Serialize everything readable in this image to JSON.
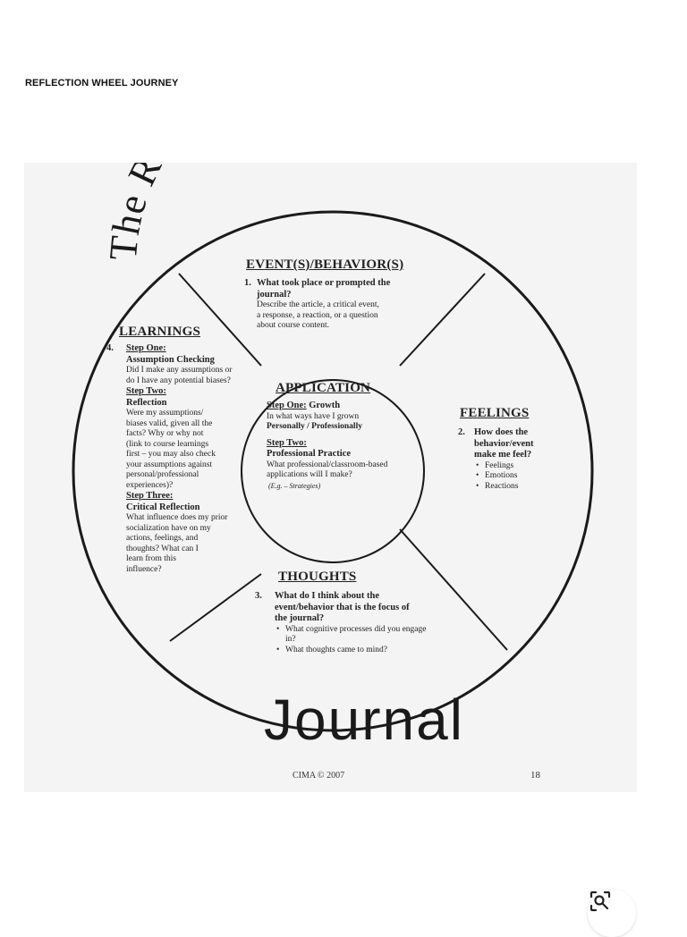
{
  "page": {
    "title": "REFLECTION WHEEL JOURNEY"
  },
  "wheel": {
    "title": "The Reflection Wheel",
    "footer_word": "Journal",
    "copyright": "CIMA © 2007",
    "page_number": "18",
    "event": {
      "heading": "EVENT(S)/BEHAVIOR(S)",
      "num": "1.",
      "question": [
        "What took place or prompted the",
        "journal?"
      ],
      "desc": [
        "Describe the article, a critical event,",
        "a response, a reaction, or a question",
        "about course content."
      ]
    },
    "learnings": {
      "heading": "LEARNINGS",
      "num": "4.",
      "step1_label": "Step One:",
      "step1_title": "Assumption Checking",
      "step1_text": [
        "Did I make any assumptions or",
        "do I have any potential biases?"
      ],
      "step2_label": "Step Two:",
      "step2_title": "Reflection",
      "step2_text": [
        "Were my assumptions/",
        "biases valid, given all the",
        "facts? Why or why not",
        "(link to course learnings",
        "first – you may also check",
        "your assumptions against",
        "personal/professional",
        "experiences)?"
      ],
      "step3_label": "Step Three:",
      "step3_title": "Critical Reflection",
      "step3_text": [
        "What influence does my prior",
        "socialization have on my",
        "actions, feelings, and",
        "thoughts? What can I",
        "learn from this",
        "influence?"
      ]
    },
    "application": {
      "heading": "APPLICATION",
      "step1_label": "Step One:",
      "step1_title": "Growth",
      "step1_q": "In what ways have I grown",
      "step1_b": "Personally / Professionally",
      "step2_label": "Step Two:",
      "step2_title": "Professional Practice",
      "step2_text": [
        "What professional/classroom-based",
        "applications will I make?"
      ],
      "step2_eg": "(E.g. – Strategies)"
    },
    "feelings": {
      "heading": "FEELINGS",
      "num": "2.",
      "question": [
        "How does the",
        "behavior/event",
        "make me feel?"
      ],
      "bullets": [
        "Feelings",
        "Emotions",
        "Reactions"
      ]
    },
    "thoughts": {
      "heading": "THOUGHTS",
      "num": "3.",
      "question": [
        "What do I think about the",
        "event/behavior that is the focus of",
        "the journal?"
      ],
      "bullets": [
        "What cognitive processes did you engage in?",
        "What thoughts came to mind?"
      ]
    }
  },
  "colors": {
    "ink": "#1a1a1a",
    "paper": "#f4f4f4",
    "background": "#ffffff"
  },
  "icons": {
    "visual_search": "lens-search-icon"
  }
}
